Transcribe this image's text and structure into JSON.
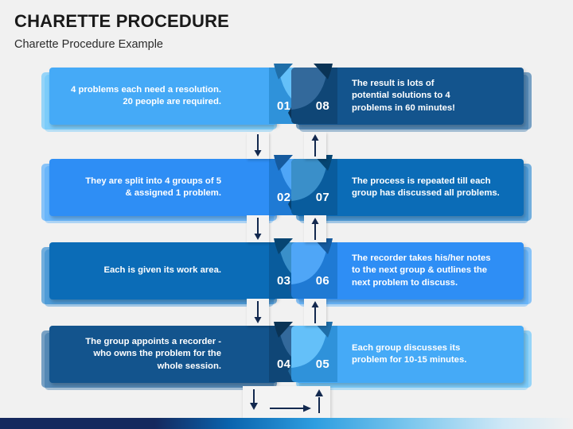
{
  "header": {
    "title": "CHARETTE PROCEDURE",
    "subtitle": "Charette Procedure Example"
  },
  "colors": {
    "background": "#f1f1f1",
    "step1": "#45aaf7",
    "step2": "#2e8ef5",
    "step3": "#0b6cb7",
    "step4": "#13548d",
    "step5": "#45aaf7",
    "step6": "#2e8ef5",
    "step7": "#0b6cb7",
    "step8": "#13548d",
    "arrow": "#13294f",
    "text": "#ffffff"
  },
  "steps": {
    "left": [
      {
        "number": "01",
        "lines": [
          "4 problems each need a resolution.",
          "20 people are required."
        ],
        "color": "#45aaf7",
        "badge_color": "#2f92da",
        "badge_arc": "#64c0f9",
        "badge_fold": "#1f6ea8"
      },
      {
        "number": "02",
        "lines": [
          "They are split into 4 groups of 5",
          "& assigned 1 problem."
        ],
        "color": "#2e8ef5",
        "badge_color": "#1f7ad4",
        "badge_arc": "#4fa6f7",
        "badge_fold": "#155a9e"
      },
      {
        "number": "03",
        "lines": [
          "Each is given its work area."
        ],
        "color": "#0b6cb7",
        "badge_color": "#095c9d",
        "badge_arc": "#3a8fc9",
        "badge_fold": "#064572"
      },
      {
        "number": "04",
        "lines": [
          "The group appoints a recorder -",
          "who owns the problem for the",
          "whole session."
        ],
        "color": "#13548d",
        "badge_color": "#0f4676",
        "badge_arc": "#33699b",
        "badge_fold": "#0a3355"
      }
    ],
    "right": [
      {
        "number": "08",
        "lines": [
          "The result is lots of",
          "potential solutions to 4",
          "problems in 60 minutes!"
        ],
        "color": "#13548d",
        "badge_color": "#0f4676",
        "badge_arc": "#33699b",
        "badge_fold": "#0a3355"
      },
      {
        "number": "07",
        "lines": [
          "The process is repeated till each",
          "group has discussed all problems."
        ],
        "color": "#0b6cb7",
        "badge_color": "#095c9d",
        "badge_arc": "#3a8fc9",
        "badge_fold": "#064572"
      },
      {
        "number": "06",
        "lines": [
          "The recorder takes his/her notes",
          "to the next group & outlines the",
          "next problem to discuss."
        ],
        "color": "#2e8ef5",
        "badge_color": "#1f7ad4",
        "badge_arc": "#4fa6f7",
        "badge_fold": "#155a9e"
      },
      {
        "number": "05",
        "lines": [
          "Each group discusses its",
          "problem for 10-15 minutes."
        ],
        "color": "#45aaf7",
        "badge_color": "#2f92da",
        "badge_arc": "#64c0f9",
        "badge_fold": "#1f6ea8"
      }
    ]
  },
  "connectors": {
    "left_direction": "down-arrow",
    "right_direction": "up-arrow",
    "bottom": "u-turn-arrow"
  }
}
